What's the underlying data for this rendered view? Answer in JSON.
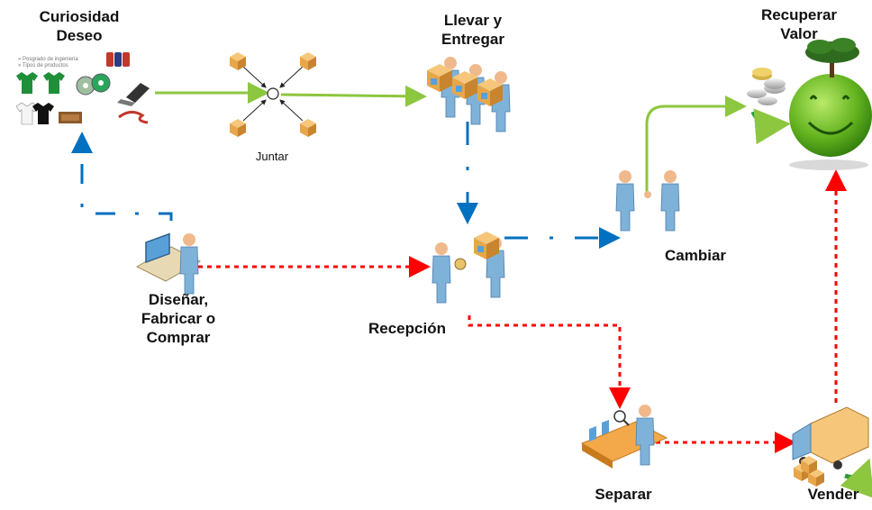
{
  "nodes": {
    "curiosidad": "Curiosidad\nDeseo",
    "juntar": "Juntar",
    "llevar": "Llevar y\nEntregar",
    "recuperar": "Recuperar\nValor",
    "disenar": "Diseñar,\nFabricar o\nComprar",
    "recepcion": "Recepción",
    "cambiar": "Cambiar",
    "separar": "Separar",
    "vender": "Vender"
  },
  "product_caption": "» Posgrado de ingenieria\n» Tipos de productos",
  "colors": {
    "green": "#8DC63F",
    "blue": "#0070C0",
    "red": "#FF0000",
    "person": "#7FB2D9",
    "box": "#E8A64A"
  }
}
